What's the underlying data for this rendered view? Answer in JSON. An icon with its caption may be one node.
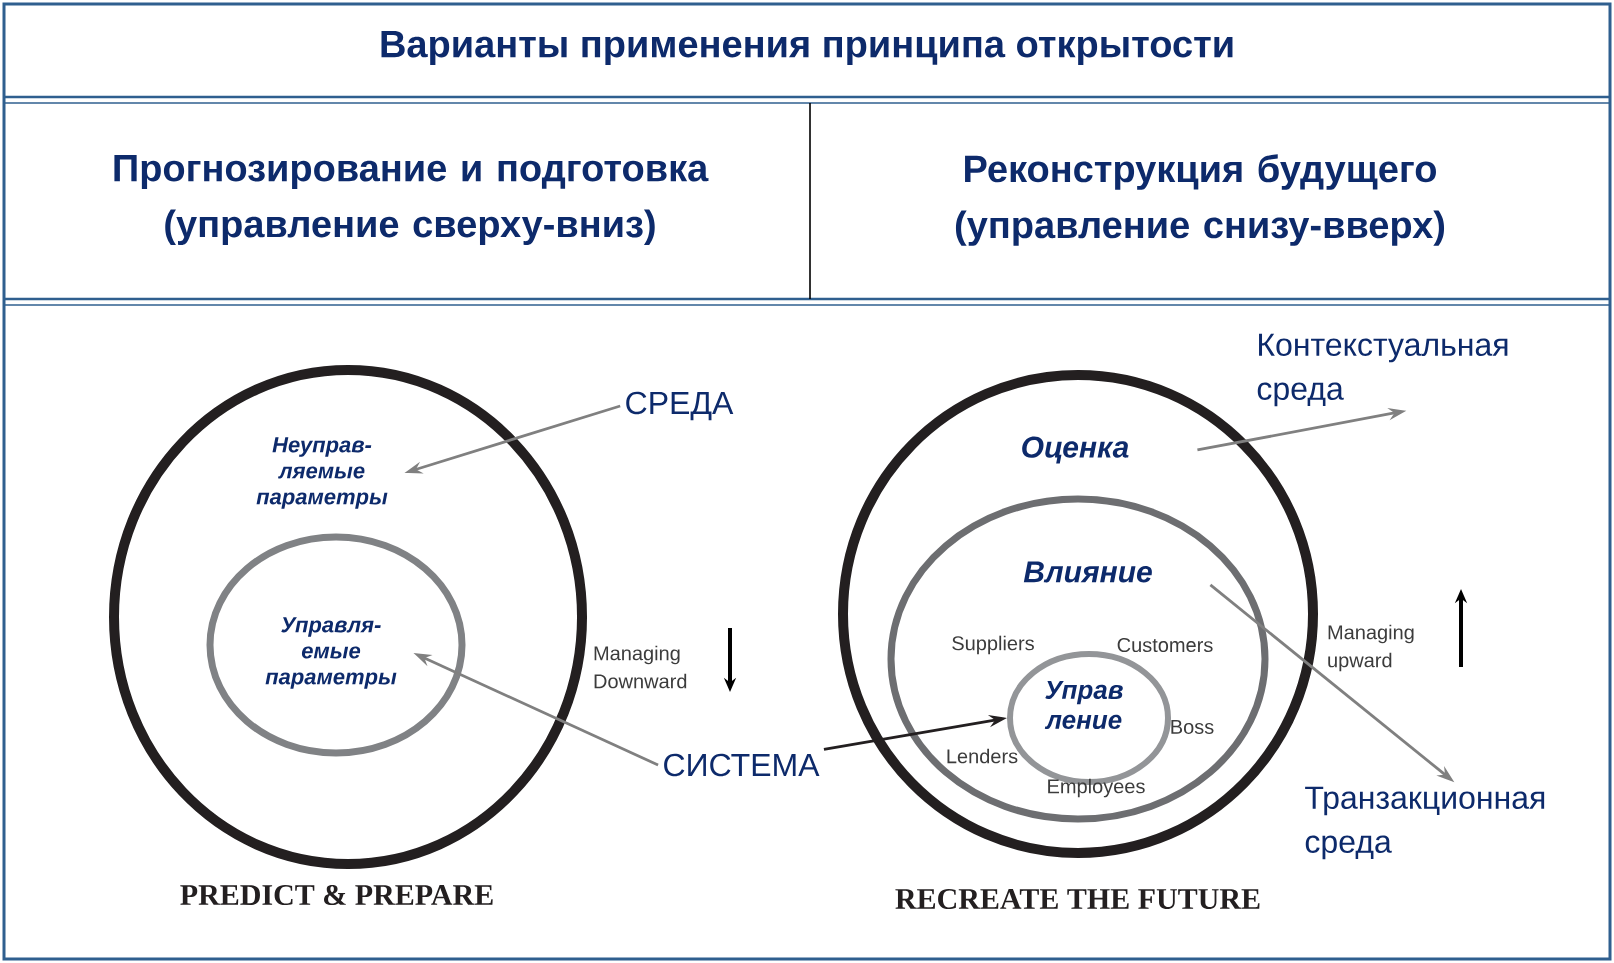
{
  "diagram": {
    "title": "Варианты применения принципа открытости",
    "nodes": [
      {
        "text": [
          "Прогнозирование и подготовка (управление сверху-вниз)"
        ]
      },
      {
        "text": [
          "Реконструкция будущего (управление снизу-вверх)"
        ]
      },
      {
        "text": [
          "Неуправ- ляемые параметры"
        ],
        "beside": [
          "PREDICT & PREPARE"
        ]
      },
      {
        "text": [
          "Управля- емые параметры"
        ],
        "in": 2
      },
      {
        "text": [
          "СРЕДА"
        ]
      },
      {
        "text": [
          "СИСТЕМА"
        ]
      },
      {
        "text": [
          "Оценка"
        ],
        "beside": [
          "RECREATE THE FUTURE"
        ]
      },
      {
        "text": [
          "Влияние"
        ],
        "in": 6
      },
      {
        "text": [
          "Управ ление"
        ],
        "in": 7
      },
      {
        "text": [
          "Контекстуальная среда"
        ]
      },
      {
        "text": [
          "Транзакционная среда"
        ]
      }
    ],
    "edges": [
      {
        "from": 4,
        "to": 2,
        "arrow": "to"
      },
      {
        "from": 5,
        "to": 3,
        "arrow": "to"
      },
      {
        "from": 5,
        "to": 8,
        "arrow": "to",
        "color": "#231f20"
      },
      {
        "from": 6,
        "to": 9,
        "arrow": "to"
      },
      {
        "from": 7,
        "to": 10,
        "arrow": "to"
      }
    ],
    "labels": [
      "Managing Downward",
      "Suppliers",
      "Customers",
      "Boss",
      "Lenders",
      "Employees",
      "Managing upward"
    ]
  }
}
